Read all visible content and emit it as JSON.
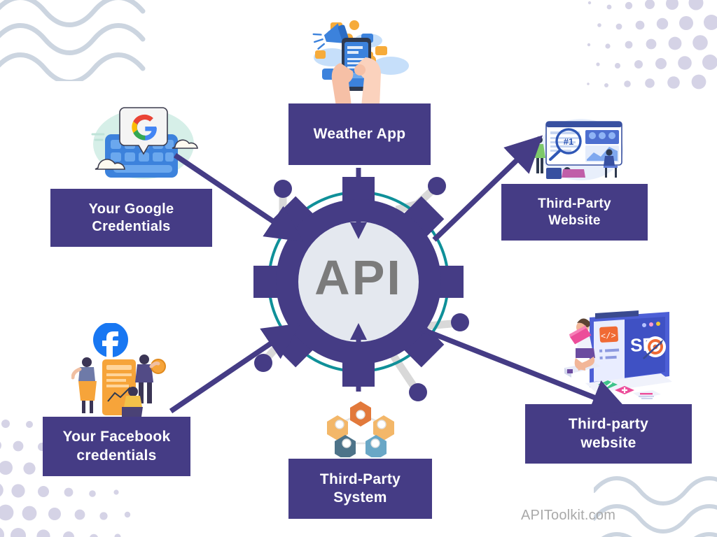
{
  "page": {
    "background_color": "#ffffff",
    "watermark": "APIToolkit.com"
  },
  "palette": {
    "box_purple": "#453c85",
    "arrow_purple": "#453c85",
    "gear_purple": "#453c85",
    "gear_inner": "#e4e8ef",
    "api_text_gray": "#7b7b7b",
    "ring_teal": "#0f9099",
    "connector_gray": "#d8d8d8",
    "deco_wave": "#ccd5e0",
    "deco_dot": "#d5d3e6",
    "watermark_gray": "#a9a9a9"
  },
  "center": {
    "label": "API",
    "icon": "gear-icon",
    "ring": "teal-circle"
  },
  "nodes": [
    {
      "id": "google-credentials",
      "label": "Your Google\nCredentials",
      "label_line1": "Your Google",
      "label_line2": "Credentials",
      "illustration": "google-keyboard-illustration",
      "direction": "in"
    },
    {
      "id": "weather-app",
      "label": "Weather App",
      "label_line1": "Weather App",
      "label_line2": "",
      "illustration": "phone-megaphone-illustration",
      "direction": "in"
    },
    {
      "id": "third-party-website-top",
      "label": "Third-Party\nWebsite",
      "label_line1": "Third-Party",
      "label_line2": "Website",
      "illustration": "analytics-dashboard-illustration",
      "direction": "out"
    },
    {
      "id": "facebook-credentials",
      "label": "Your Facebook\ncredentials",
      "label_line1": "Your Facebook",
      "label_line2": "credentials",
      "illustration": "facebook-phone-illustration",
      "direction": "in"
    },
    {
      "id": "third-party-system",
      "label": "Third-Party\nSystem",
      "label_line1": "Third-Party",
      "label_line2": "System",
      "illustration": "hexagon-network-illustration",
      "direction": "in"
    },
    {
      "id": "third-party-website-bottom",
      "label": "Third-party\nwebsite",
      "label_line1": "Third-party",
      "label_line2": "website",
      "illustration": "seo-screen-illustration",
      "direction": "out"
    }
  ],
  "decorations": [
    {
      "name": "wave-lines-top-left",
      "type": "waves"
    },
    {
      "name": "halftone-dots-top-right",
      "type": "dots"
    },
    {
      "name": "halftone-dots-bottom-left",
      "type": "dots"
    },
    {
      "name": "wave-lines-bottom-right",
      "type": "waves"
    }
  ]
}
